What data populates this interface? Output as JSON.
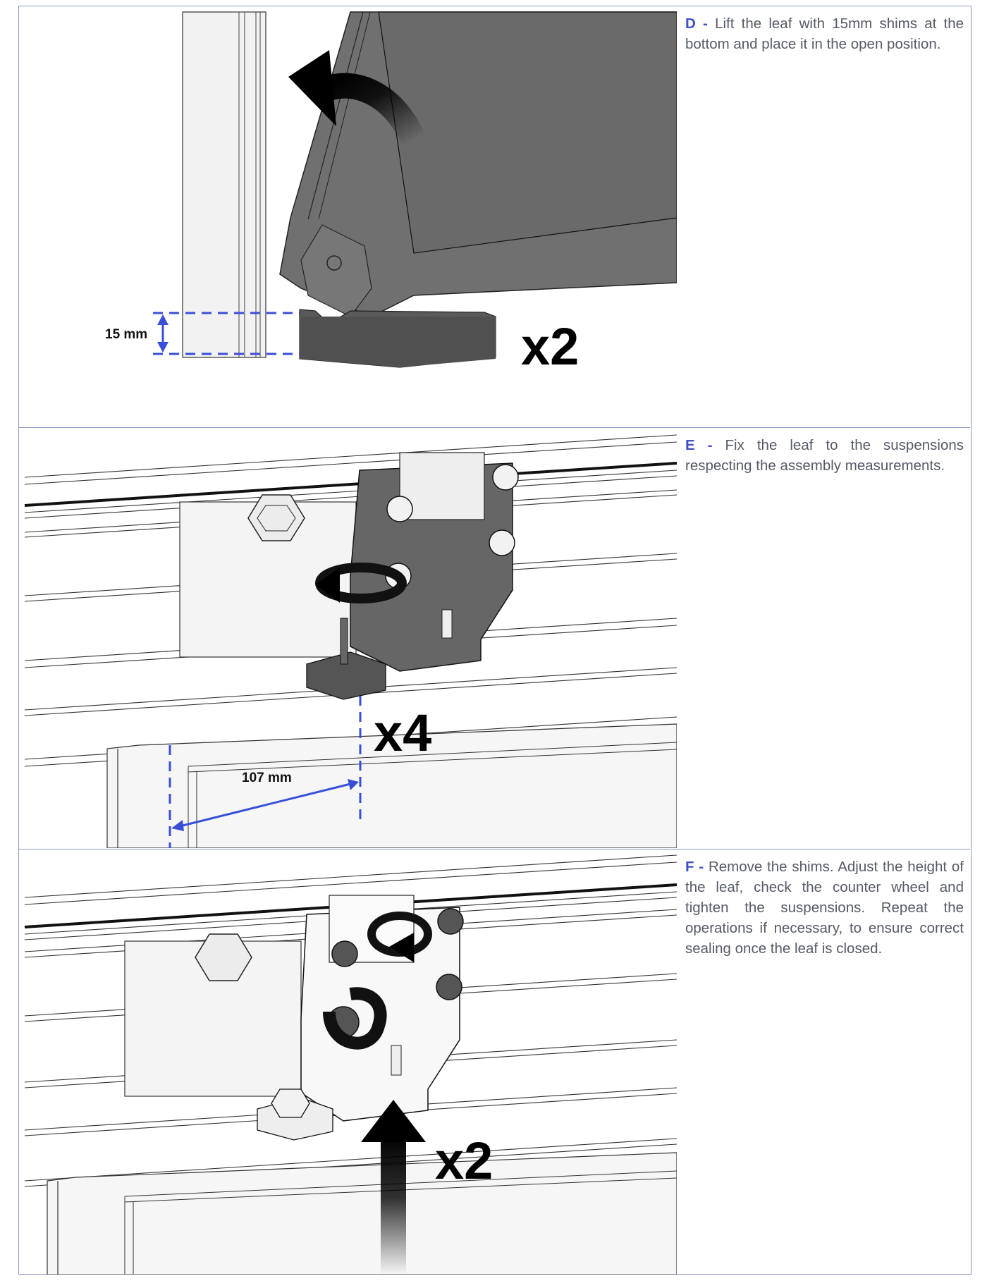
{
  "steps": [
    {
      "letter": "D -",
      "text": "Lift the leaf with 15mm shims at the bottom and place it in the open position.",
      "dimension": "15 mm",
      "count": "x2"
    },
    {
      "letter": "E -",
      "text": "Fix the leaf to the suspensions respecting the assembly measurements.",
      "dimension": "107 mm",
      "count": "x4"
    },
    {
      "letter": "F -",
      "text": "Remove the shims. Adjust the height of the leaf, check the counter wheel and tighten the suspensions. Repeat the operations if necessary, to ensure correct sealing once the leaf is closed.",
      "count": "x2"
    }
  ],
  "colors": {
    "accent": "#3d4fc4",
    "border": "#8e97c8",
    "dimension_line": "#3a4fd8",
    "leaf_dark": "#707070"
  }
}
